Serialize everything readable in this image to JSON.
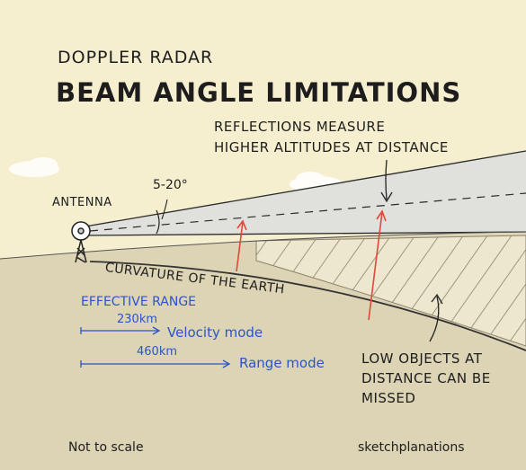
{
  "subtitle": "DOPPLER RADAR",
  "title": "BEAM ANGLE LIMITATIONS",
  "reflections_note": {
    "line1": "REFLECTIONS MEASURE",
    "line2": "HIGHER ALTITUDES AT DISTANCE"
  },
  "beam_angle_label": "5-20°",
  "antenna_label": "ANTENNA",
  "earth_label": "CURVATURE OF THE EARTH",
  "effective_range": {
    "heading": "EFFECTIVE RANGE",
    "velocity": {
      "distance": "230km",
      "mode": "Velocity mode"
    },
    "range": {
      "distance": "460km",
      "mode": "Range mode"
    }
  },
  "low_objects_note": {
    "line1": "LOW OBJECTS AT",
    "line2": "DISTANCE CAN BE",
    "line3": "MISSED"
  },
  "scale_note": "Not to scale",
  "brand": "sketchplanations",
  "colors": {
    "background": "#f6efcf",
    "ground": "#dcd4b4",
    "beam": "#dcdcd8",
    "arrow_red": "#e2473b",
    "text_blue": "#2a55c9"
  }
}
